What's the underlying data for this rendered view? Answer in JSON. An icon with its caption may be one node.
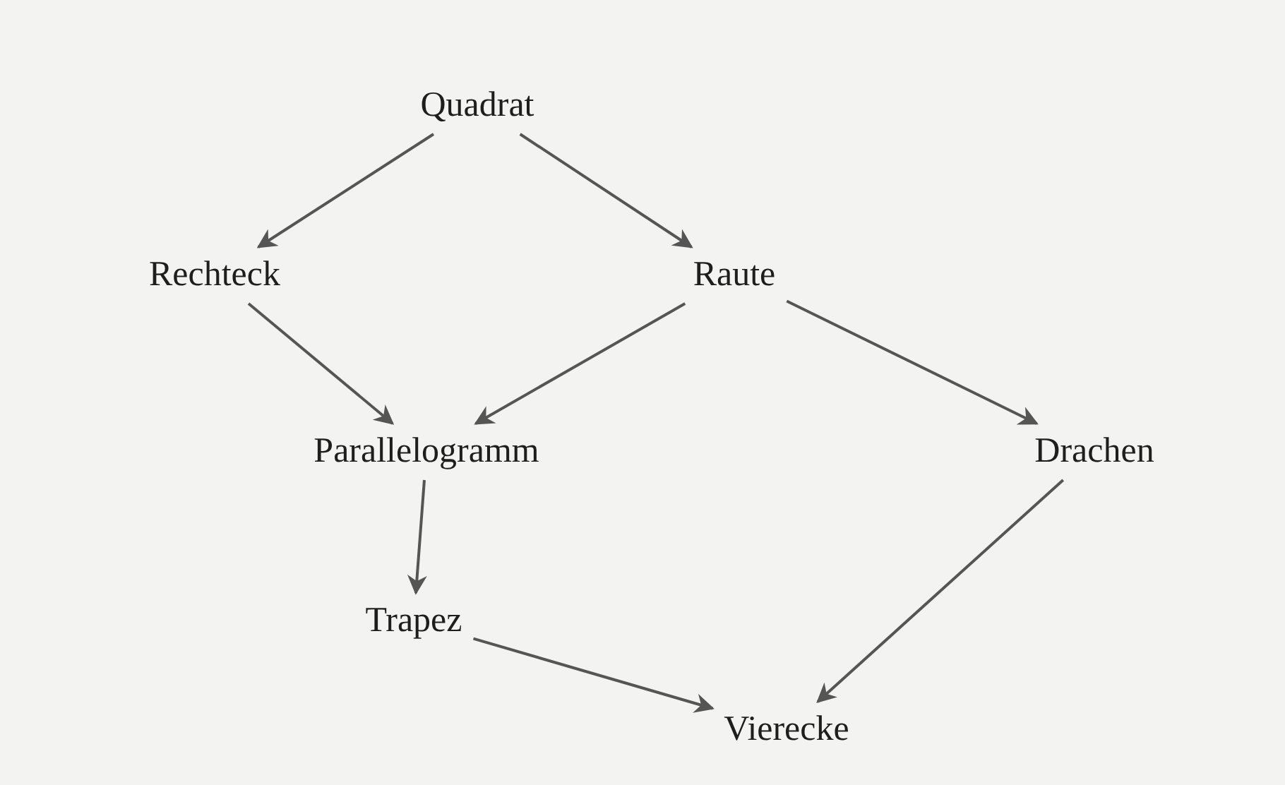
{
  "diagram": {
    "nodes": [
      {
        "text": [
          "Quadrat"
        ]
      },
      {
        "text": [
          "Rechteck"
        ]
      },
      {
        "text": [
          "Raute"
        ]
      },
      {
        "text": [
          "Parallelogramm"
        ]
      },
      {
        "text": [
          "Drachen"
        ]
      },
      {
        "text": [
          "Trapez"
        ]
      },
      {
        "text": [
          "Vierecke"
        ]
      }
    ],
    "edges": [
      {
        "from": 0,
        "to": 1,
        "arrow": "to"
      },
      {
        "from": 0,
        "to": 2,
        "arrow": "to"
      },
      {
        "from": 1,
        "to": 3,
        "arrow": "to"
      },
      {
        "from": 2,
        "to": 3,
        "arrow": "to"
      },
      {
        "from": 2,
        "to": 4,
        "arrow": "to"
      },
      {
        "from": 3,
        "to": 5,
        "arrow": "to"
      },
      {
        "from": 5,
        "to": 6,
        "arrow": "to"
      },
      {
        "from": 4,
        "to": 6,
        "arrow": "to"
      }
    ]
  }
}
